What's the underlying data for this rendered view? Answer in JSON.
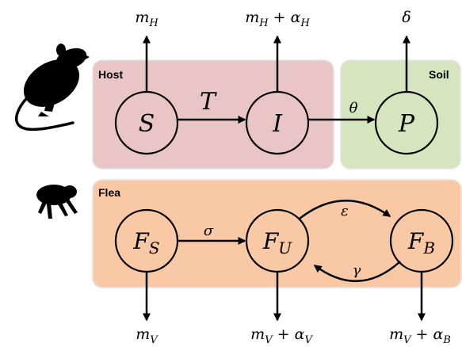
{
  "colors": {
    "host_fill": "#e9c6c5",
    "soil_fill": "#d6e5bd",
    "flea_fill": "#f8c9a4",
    "box_edge": "#e4e4e4",
    "stroke": "#000000"
  },
  "compartments": {
    "host": "Host",
    "soil": "Soil",
    "flea": "Flea"
  },
  "icons": {
    "rat": "rat-silhouette-icon",
    "flea": "flea-silhouette-icon"
  },
  "nodes": {
    "S": {
      "main": "S",
      "sub": ""
    },
    "I": {
      "main": "I",
      "sub": ""
    },
    "P": {
      "main": "P",
      "sub": ""
    },
    "FS": {
      "main": "F",
      "sub": "S"
    },
    "FU": {
      "main": "F",
      "sub": "U"
    },
    "FB": {
      "main": "F",
      "sub": "B"
    }
  },
  "rates": {
    "T": "T",
    "theta": "θ",
    "sigma": "σ",
    "epsilon": "ε",
    "gamma": "γ"
  },
  "outflows": {
    "S": {
      "main": "m",
      "sub": "H",
      "extra": "",
      "extra_sub": ""
    },
    "I": {
      "main": "m",
      "sub": "H",
      "extra": " + α",
      "extra_sub": "H"
    },
    "P": {
      "main": "δ",
      "sub": "",
      "extra": "",
      "extra_sub": ""
    },
    "FS": {
      "main": "m",
      "sub": "V",
      "extra": "",
      "extra_sub": ""
    },
    "FU": {
      "main": "m",
      "sub": "V",
      "extra": " + α",
      "extra_sub": "V"
    },
    "FB": {
      "main": "m",
      "sub": "V",
      "extra": " + α",
      "extra_sub": "B"
    }
  }
}
